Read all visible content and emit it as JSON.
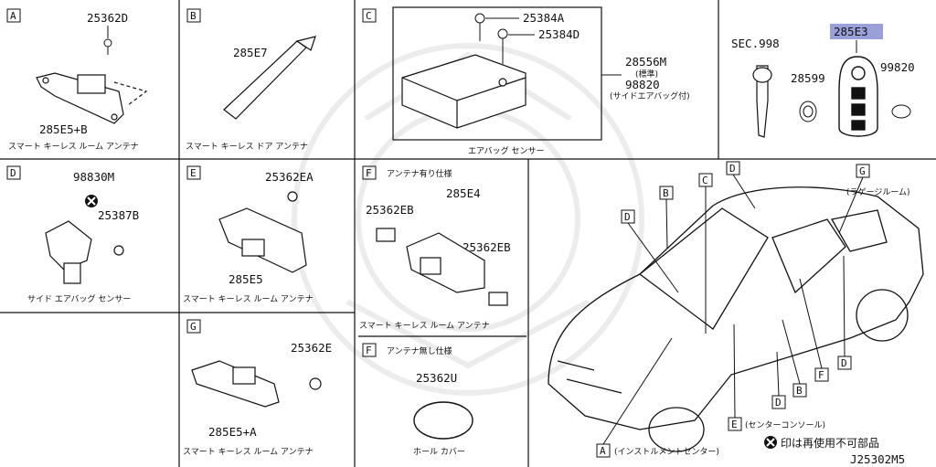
{
  "panels": {
    "A": {
      "letter": "A",
      "part_top": "25362D",
      "part_bottom": "285E5+B",
      "caption": "スマート キーレス ルーム アンテナ"
    },
    "B": {
      "letter": "B",
      "part": "285E7",
      "caption": "スマート キーレス ドア アンテナ"
    },
    "C": {
      "letter": "C",
      "part_1": "25384A",
      "part_2": "25384D",
      "part_3": "28556M",
      "note_1": "(標準)",
      "part_4": "98820",
      "note_2": "(サイドエアバッグ付)",
      "caption": "エアバッグ センサー"
    },
    "key": {
      "sec": "SEC.998",
      "part_highlight": "285E3",
      "part_left": "28599",
      "part_right": "99820"
    },
    "D": {
      "letter": "D",
      "part_1": "98830M",
      "part_2": "25387B",
      "caption": "サイド エアバッグ センサー"
    },
    "E": {
      "letter": "E",
      "part_1": "25362EA",
      "part_2": "285E5",
      "caption": "スマート キーレス ルーム アンテナ"
    },
    "F": {
      "letter": "F",
      "heading_1": "アンテナ有り仕様",
      "part_1": "285E4",
      "part_2": "25362EB",
      "part_3": "25362EB",
      "caption": "スマート キーレス ルーム アンテナ",
      "heading_2": "アンテナ無し仕様",
      "part_4": "25362U",
      "caption_2": "ホール カバー"
    },
    "G": {
      "letter": "G",
      "part_1": "25362E",
      "part_2": "285E5+A",
      "caption": "スマート キーレス ルーム アンテナ"
    },
    "car": {
      "callouts": [
        "D",
        "B",
        "C",
        "D",
        "G",
        "D",
        "F",
        "D",
        "B",
        "E",
        "A"
      ],
      "label_G": "(ラゲージルーム)",
      "label_E": "(センターコンソール)",
      "label_A": "(インストルメントセンター)"
    },
    "legend": {
      "text": "印は再使用不可部品",
      "diagram_id": "J25302M5"
    }
  },
  "colors": {
    "highlight": "#9aa0d8",
    "line": "#111111"
  }
}
